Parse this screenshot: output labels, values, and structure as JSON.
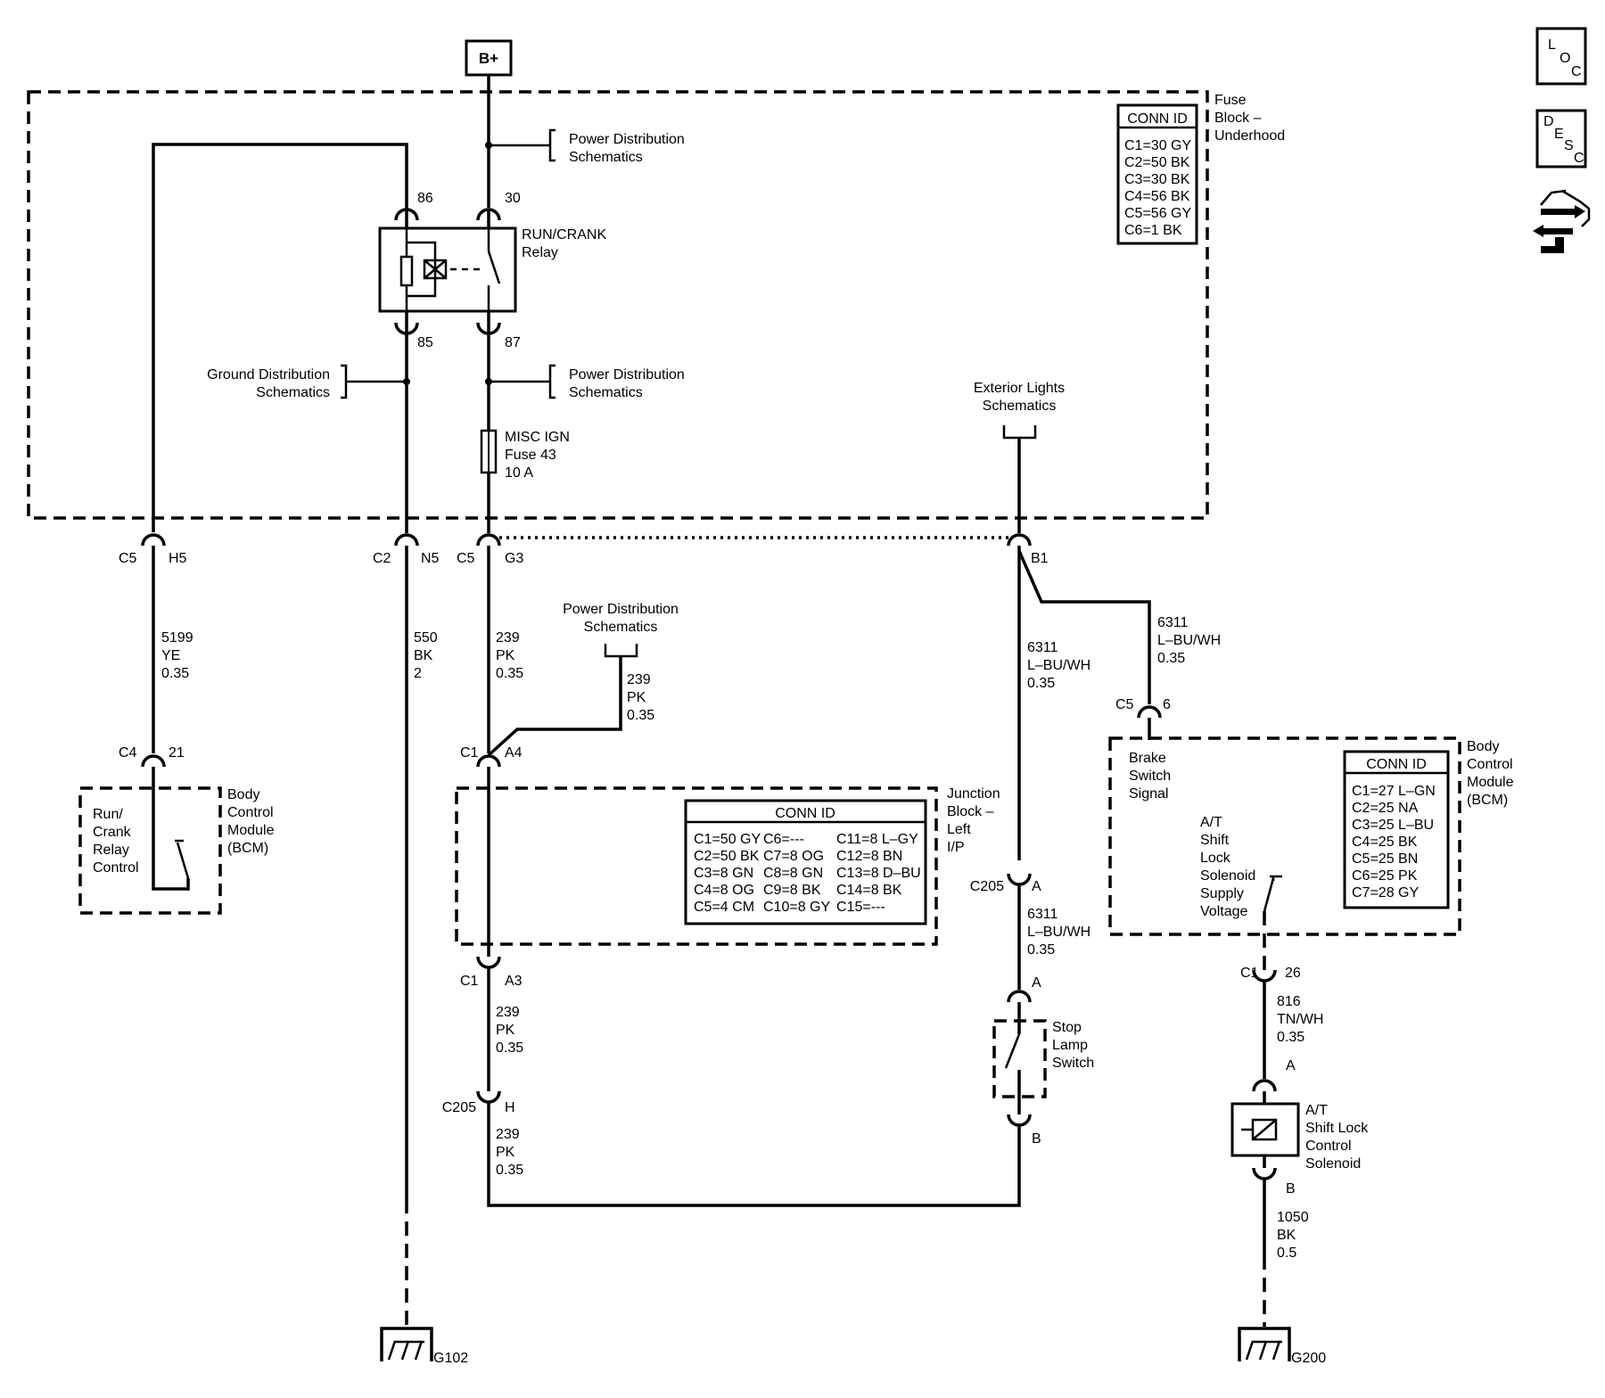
{
  "power": {
    "bplus": "B+"
  },
  "fuse_block": {
    "title": [
      "Fuse",
      "Block –",
      "Underhood"
    ],
    "conn_title": "CONN ID",
    "conn_rows": [
      "C1=30 GY",
      "C2=50 BK",
      "C3=30 BK",
      "C4=56 BK",
      "C5=56 GY",
      "C6=1 BK"
    ]
  },
  "relay": {
    "name": [
      "RUN/CRANK",
      "Relay"
    ],
    "pins": {
      "p86": "86",
      "p30": "30",
      "p85": "85",
      "p87": "87"
    }
  },
  "refs": {
    "power_top": [
      "Power Distribution",
      "Schematics"
    ],
    "power_mid": [
      "Power Distribution",
      "Schematics"
    ],
    "ground": [
      "Ground Distribution",
      "Schematics"
    ],
    "exterior": [
      "Exterior Lights",
      "Schematics"
    ],
    "power_low": [
      "Power Distribution",
      "Schematics"
    ]
  },
  "fuse": [
    "MISC IGN",
    "Fuse 43",
    "10 A"
  ],
  "connectors": {
    "c5_h5": [
      "C5",
      "H5"
    ],
    "c2_n5": [
      "C2",
      "N5"
    ],
    "c5_g3": [
      "C5",
      "G3"
    ],
    "b1": "B1",
    "c4_21": [
      "C4",
      "21"
    ],
    "c1_a4": [
      "C1",
      "A4"
    ],
    "c1_a3": [
      "C1",
      "A3"
    ],
    "c205_h": [
      "C205",
      "H"
    ],
    "c205_a": [
      "C205",
      "A"
    ],
    "c5_6": [
      "C5",
      "6"
    ],
    "c1_26": [
      "C1",
      "26"
    ],
    "switch_a": "A",
    "switch_b": "B",
    "sol_a": "A",
    "sol_b": "B"
  },
  "wires": {
    "w5199": [
      "5199",
      "YE",
      "0.35"
    ],
    "w550": [
      "550",
      "BK",
      "2"
    ],
    "w239_1": [
      "239",
      "PK",
      "0.35"
    ],
    "w239_2": [
      "239",
      "PK",
      "0.35"
    ],
    "w239_3": [
      "239",
      "PK",
      "0.35"
    ],
    "w239_4": [
      "239",
      "PK",
      "0.35"
    ],
    "w6311_1": [
      "6311",
      "L–BU/WH",
      "0.35"
    ],
    "w6311_2": [
      "6311",
      "L–BU/WH",
      "0.35"
    ],
    "w6311_3": [
      "6311",
      "L–BU/WH",
      "0.35"
    ],
    "w816": [
      "816",
      "TN/WH",
      "0.35"
    ],
    "w1050": [
      "1050",
      "BK",
      "0.5"
    ]
  },
  "bcm_left": {
    "title": [
      "Body",
      "Control",
      "Module",
      "(BCM)"
    ],
    "label": [
      "Run/",
      "Crank",
      "Relay",
      "Control"
    ]
  },
  "junction_block": {
    "title": [
      "Junction",
      "Block –",
      "Left",
      "I/P"
    ],
    "conn_title": "CONN ID",
    "conn_col1": [
      "C1=50 GY",
      "C2=50 BK",
      "C3=8 GN",
      "C4=8 OG",
      "C5=4 CM"
    ],
    "conn_col2": [
      "C6=---",
      "C7=8 OG",
      "C8=8 GN",
      "C9=8 BK",
      "C10=8 GY"
    ],
    "conn_col3": [
      "C11=8 L–GY",
      "C12=8 BN",
      "C13=8 D–BU",
      "C14=8 BK",
      "C15=---"
    ]
  },
  "stop_switch": [
    "Stop",
    "Lamp",
    "Switch"
  ],
  "bcm_right": {
    "title": [
      "Body",
      "Control",
      "Module",
      "(BCM)"
    ],
    "brake_label": [
      "Brake",
      "Switch",
      "Signal"
    ],
    "shift_label": [
      "A/T",
      "Shift",
      "Lock",
      "Solenoid",
      "Supply",
      "Voltage"
    ],
    "conn_title": "CONN ID",
    "conn_rows": [
      "C1=27 L–GN",
      "C2=25 NA",
      "C3=25 L–BU",
      "C4=25 BK",
      "C5=25 BN",
      "C6=25 PK",
      "C7=28 GY"
    ]
  },
  "solenoid": [
    "A/T",
    "Shift Lock",
    "Control",
    "Solenoid"
  ],
  "grounds": {
    "g102": "G102",
    "g200": "G200"
  },
  "side_icons": {
    "loc": [
      "L",
      "O",
      "C"
    ],
    "desc": [
      "D",
      "E",
      "S",
      "C"
    ],
    "nav_icon": "wiring-navigation-icon"
  }
}
